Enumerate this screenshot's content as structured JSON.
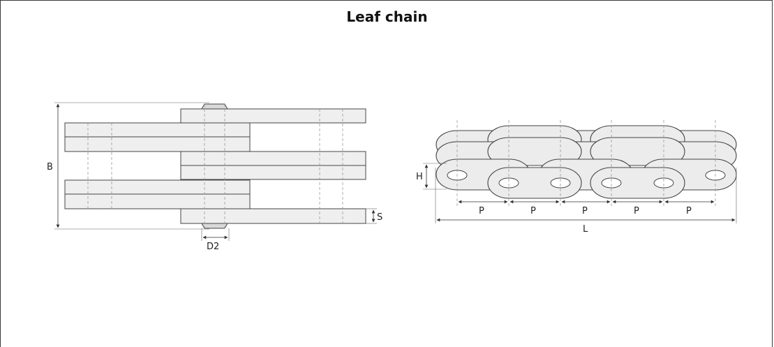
{
  "title": "Leaf chain",
  "labels": {
    "B": "B",
    "S": "S",
    "D2": "D2",
    "H": "H",
    "P": "P",
    "L": "L"
  }
}
